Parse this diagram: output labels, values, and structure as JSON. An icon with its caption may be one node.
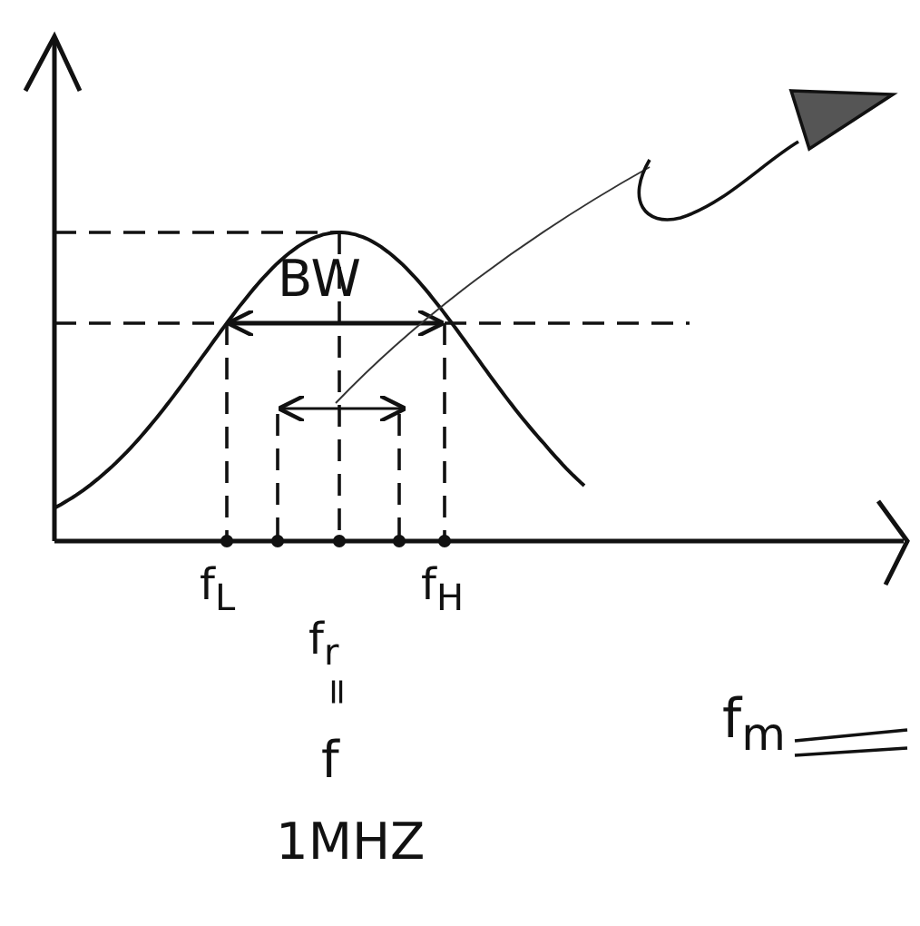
{
  "diagram": {
    "labels": [
      "BW",
      "f$_{L}$",
      "f$_{H}$",
      "f$_{r}$",
      "=",
      "f$_{m}$",
      "f",
      "1MHZ"
    ]
  }
}
